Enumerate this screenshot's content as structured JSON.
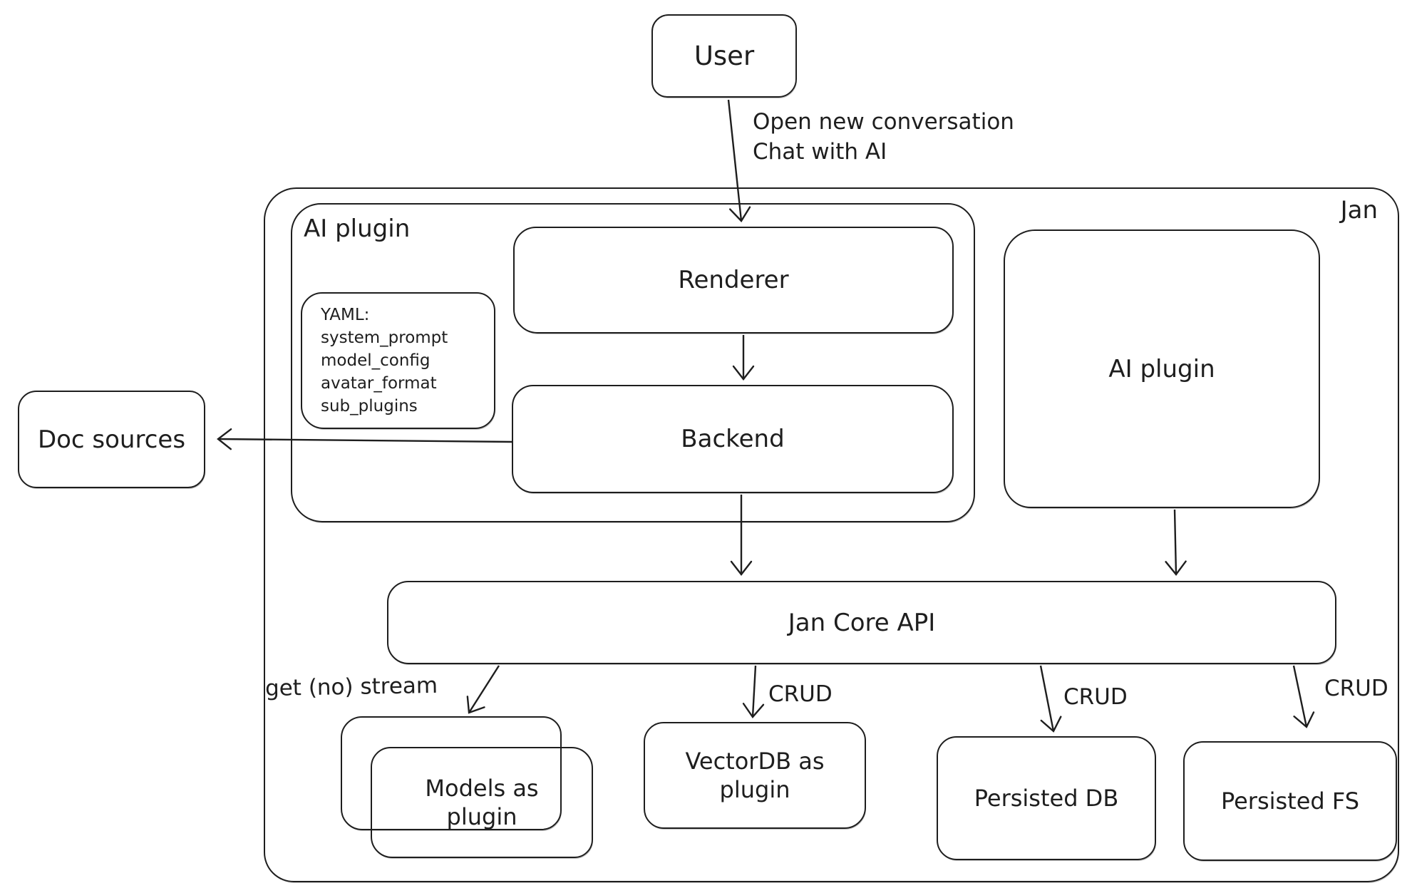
{
  "nodes": {
    "user": "User",
    "jan": "Jan",
    "ai_plugin_left": "AI plugin",
    "renderer": "Renderer",
    "backend": "Backend",
    "doc_sources": "Doc sources",
    "ai_plugin_right": "AI plugin",
    "jan_core_api": "Jan Core API",
    "models_as_plugin": "Models as plugin",
    "vectordb_as_plugin": "VectorDB as plugin",
    "persisted_db": "Persisted DB",
    "persisted_fs": "Persisted FS"
  },
  "yaml_note": {
    "title": "YAML:",
    "lines": [
      "system_prompt",
      "model_config",
      "avatar_format",
      "sub_plugins"
    ]
  },
  "edge_labels": {
    "user_to_renderer": "Open new conversation\nChat with AI",
    "get_no_stream": "get (no) stream",
    "crud_vectordb": "CRUD",
    "crud_persisted_db": "CRUD",
    "crud_persisted_fs": "CRUD"
  },
  "colors": {
    "stroke": "#1e1e1e",
    "background": "#ffffff"
  }
}
